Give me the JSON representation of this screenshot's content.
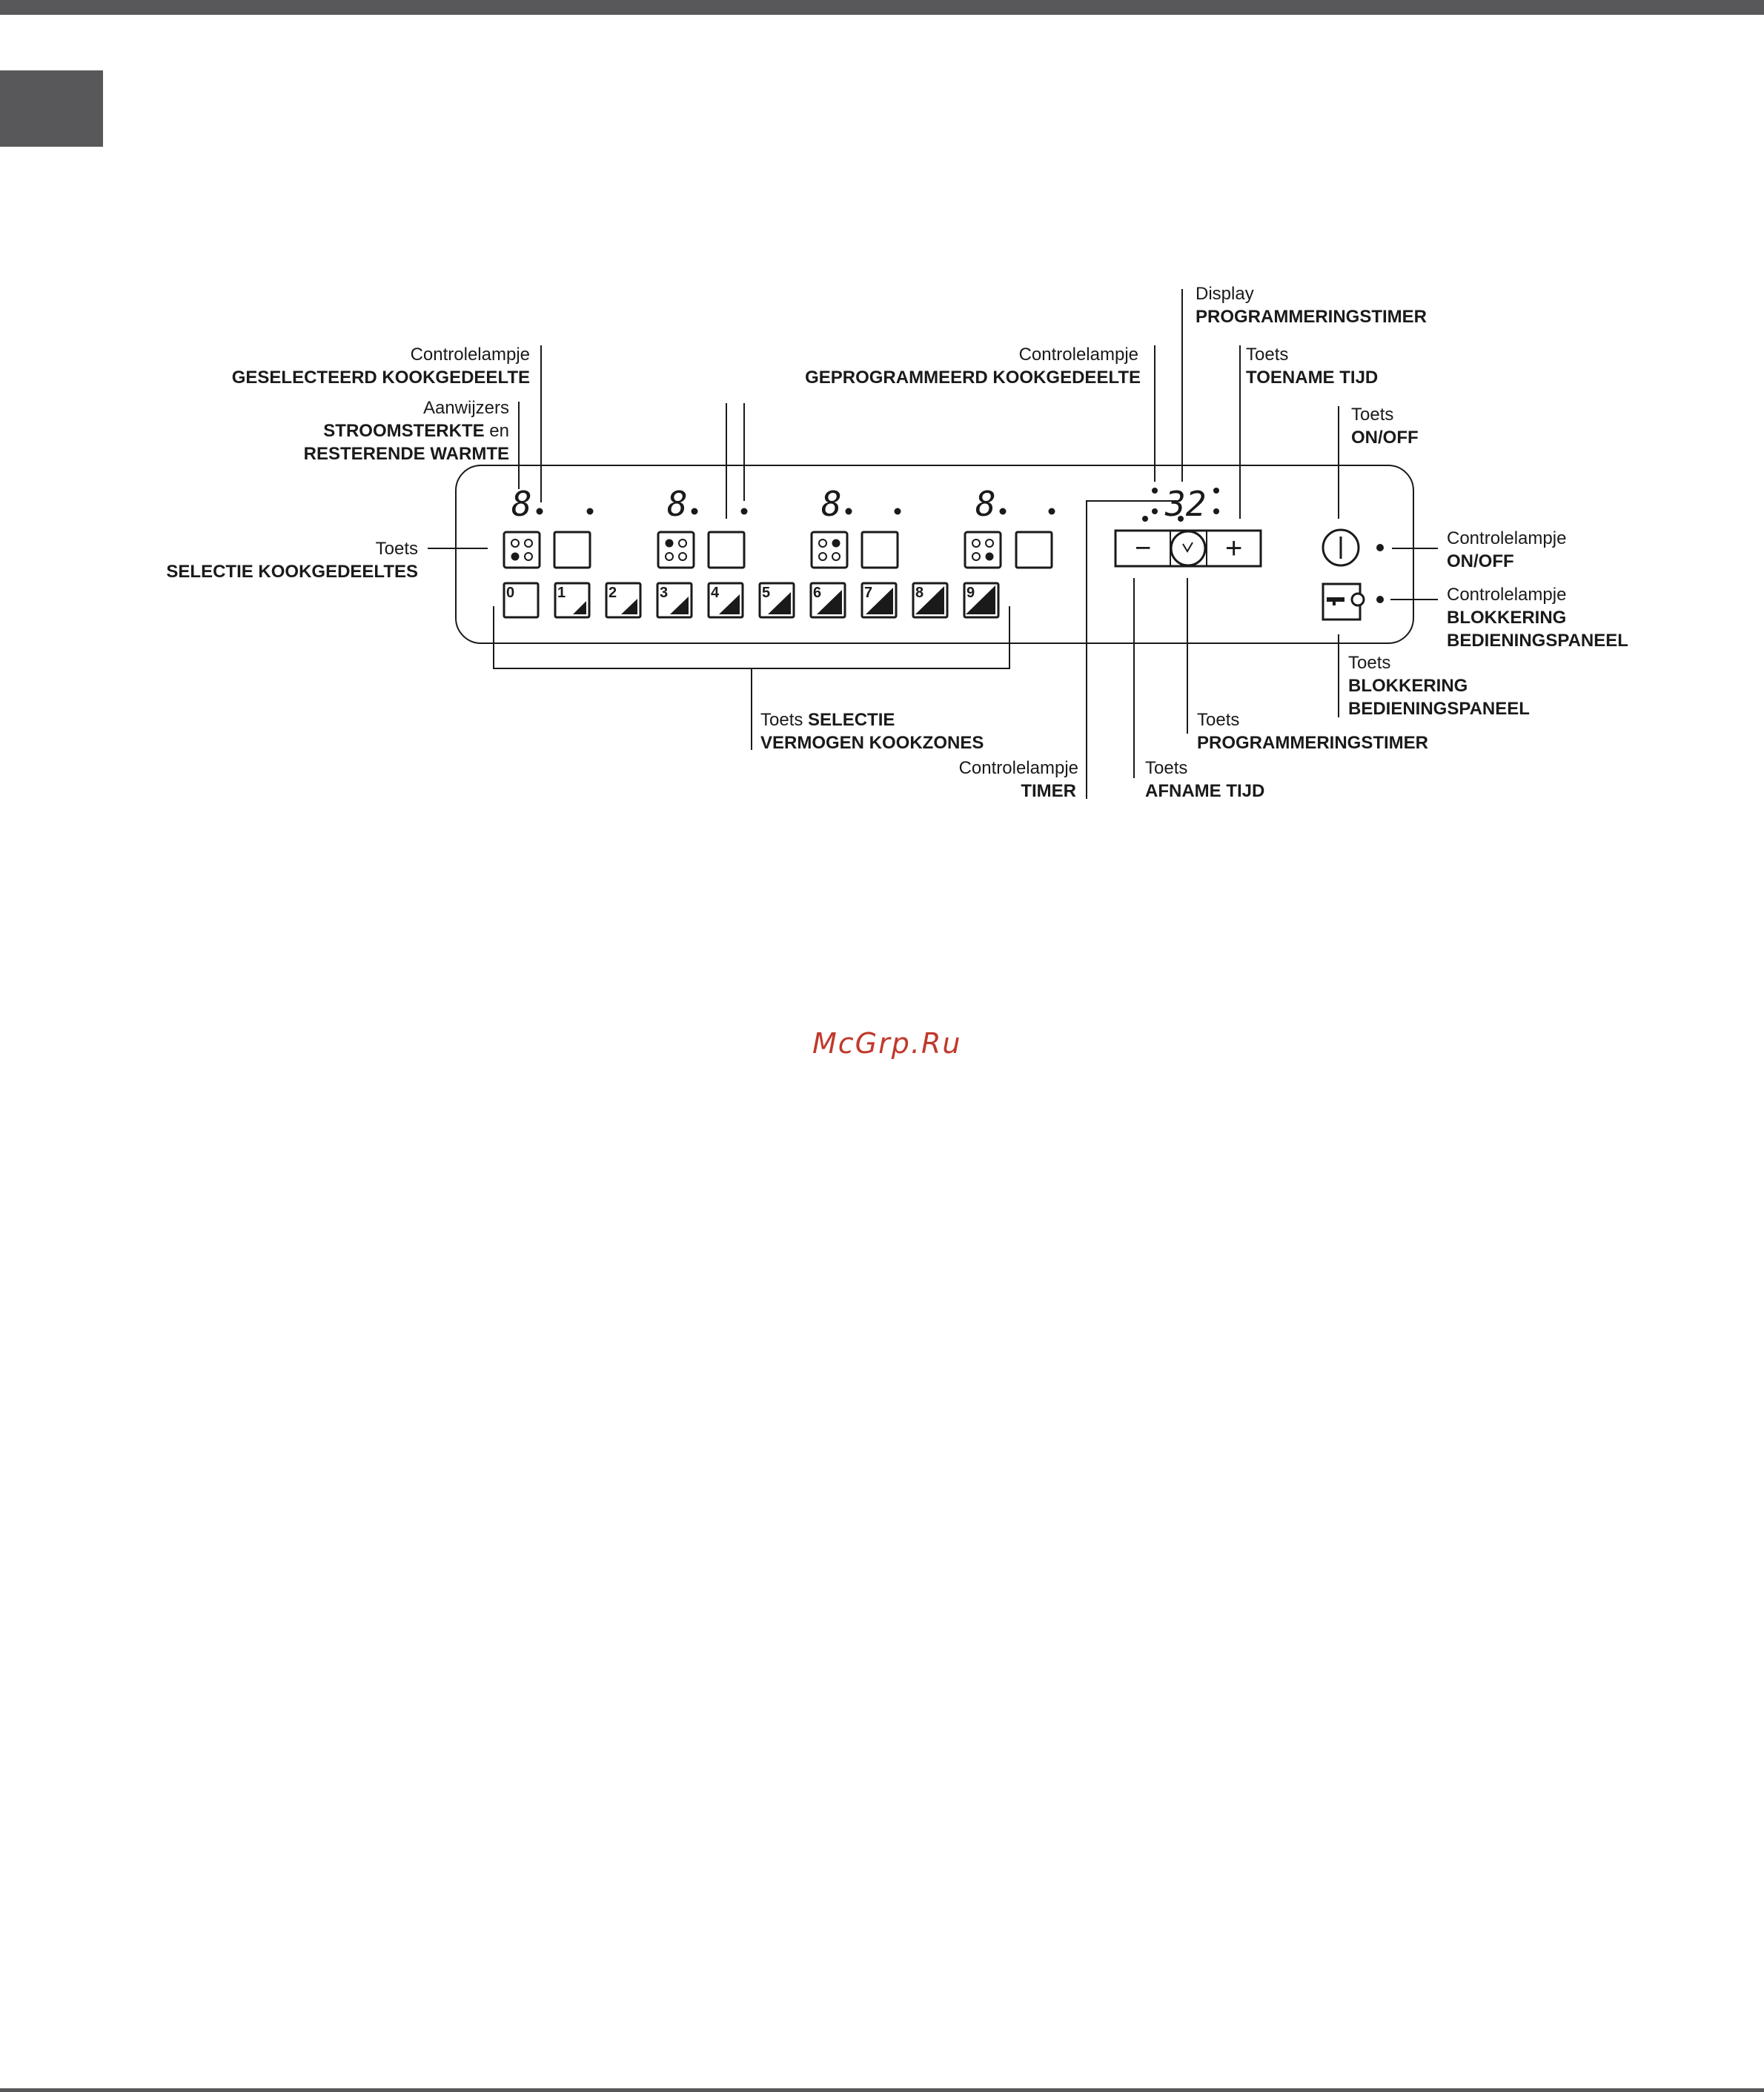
{
  "labels": {
    "display_timer": {
      "line1": "Display",
      "line2": "PROGRAMMERINGSTIMER"
    },
    "selected_zone_lamp": {
      "line1": "Controlelampje",
      "line2": "GESELECTEERD KOOKGEDEELTE"
    },
    "programmed_zone_lamp": {
      "line1": "Controlelampje",
      "line2": "GEPROGRAMMEERD KOOKGEDEELTE"
    },
    "time_up_key": {
      "line1": "Toets",
      "line2": "TOENAME TIJD"
    },
    "indicators": {
      "line1": "Aanwijzers",
      "line2_bold": "STROOMSTERKTE",
      "line2_rest": " en",
      "line3": "RESTERENDE WARMTE"
    },
    "onoff_key": {
      "line1": "Toets",
      "line2": "ON/OFF"
    },
    "zone_select_key": {
      "line1": "Toets",
      "line2": "SELECTIE KOOKGEDEELTES"
    },
    "onoff_lamp": {
      "line1": "Controlelampje",
      "line2": "ON/OFF"
    },
    "lock_lamp": {
      "line1": "Controlelampje",
      "line2": "BLOKKERING",
      "line3": "BEDIENINGSPANEEL"
    },
    "lock_key": {
      "line1": "Toets",
      "line2": "BLOKKERING",
      "line3": "BEDIENINGSPANEEL"
    },
    "power_select_key": {
      "line1_plain": "Toets ",
      "line1_bold": "SELECTIE",
      "line2": "VERMOGEN KOOKZONES"
    },
    "timer_key": {
      "line1": "Toets",
      "line2": "PROGRAMMERINGSTIMER"
    },
    "timer_lamp": {
      "line1": "Controlelampje",
      "line2": "TIMER"
    },
    "time_down_key": {
      "line1": "Toets",
      "line2": "AFNAME TIJD"
    }
  },
  "panel": {
    "zone_display_digit": "8",
    "timer_display": "32",
    "power_levels": [
      "0",
      "1",
      "2",
      "3",
      "4",
      "5",
      "6",
      "7",
      "8",
      "9"
    ],
    "minus_symbol": "−",
    "plus_symbol": "+"
  },
  "watermark": "McGrp.Ru",
  "colors": {
    "chrome": "#58585a",
    "ink": "#1a1a1a",
    "watermark": "#c0392b"
  },
  "icons": [
    "zone-select-icon",
    "power-icon",
    "lock-key-icon",
    "clock-icon",
    "power-level-ramp-icon"
  ]
}
